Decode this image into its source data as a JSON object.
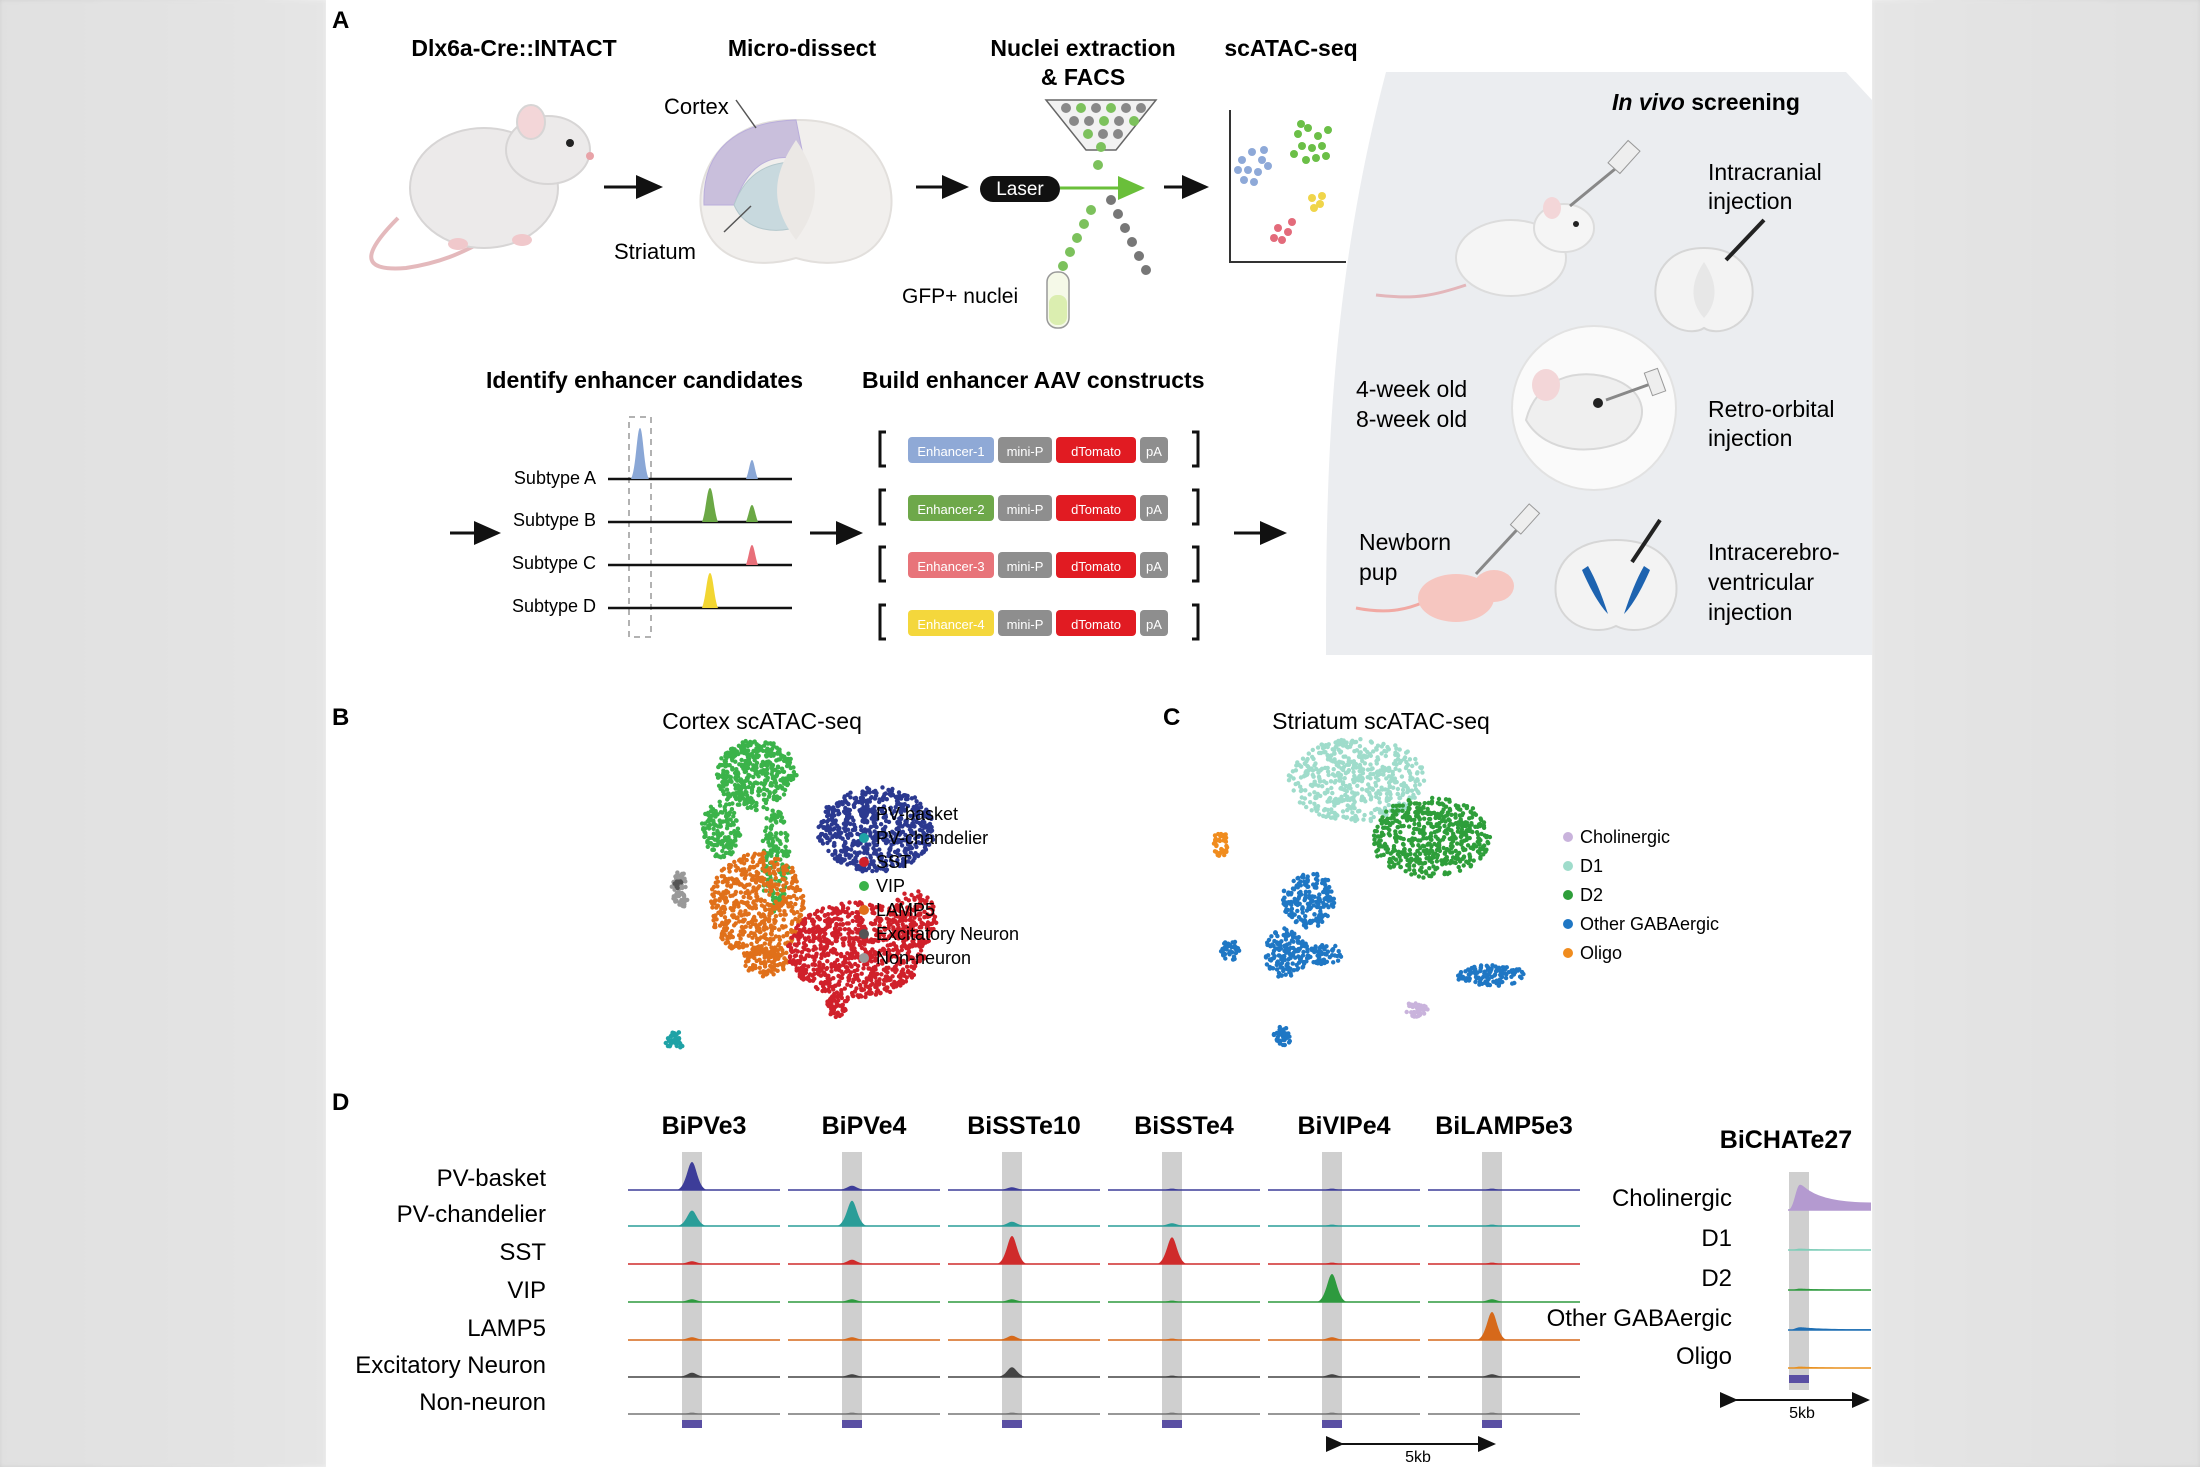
{
  "panels": {
    "a": {
      "letter": "A",
      "steps": [
        "Dlx6a-Cre::INTACT",
        "Micro-dissect",
        "Nuclei extraction",
        "& FACS",
        "scATAC-seq"
      ],
      "labels": {
        "cortex": "Cortex",
        "striatum": "Striatum",
        "laser": "Laser",
        "gfp": "GFP+ nuclei"
      },
      "invivo": {
        "title_italic": "In vivo",
        "title_rest": " screening",
        "intracranial": [
          "Intracranial",
          "injection"
        ],
        "ages": [
          "4-week old",
          "8-week old"
        ],
        "retro": [
          "Retro-orbital",
          "injection"
        ],
        "newborn": [
          "Newborn",
          "pup"
        ],
        "icv": [
          "Intracerebro-",
          "ventricular",
          "injection"
        ]
      },
      "identify_title": "Identify enhancer candidates",
      "build_title": "Build enhancer AAV constructs",
      "subtypes": [
        "Subtype A",
        "Subtype B",
        "Subtype C",
        "Subtype D"
      ],
      "constructs": [
        {
          "enhancer": "Enhancer-1",
          "minip": "mini-P",
          "reporter": "dTomato",
          "pa": "pA"
        },
        {
          "enhancer": "Enhancer-2",
          "minip": "mini-P",
          "reporter": "dTomato",
          "pa": "pA"
        },
        {
          "enhancer": "Enhancer-3",
          "minip": "mini-P",
          "reporter": "dTomato",
          "pa": "pA"
        },
        {
          "enhancer": "Enhancer-4",
          "minip": "mini-P",
          "reporter": "dTomato",
          "pa": "pA"
        }
      ]
    },
    "b": {
      "letter": "B",
      "title": "Cortex scATAC-seq",
      "legend": [
        {
          "label": "PV-basket",
          "color": "#2b3990"
        },
        {
          "label": "PV-chandelier",
          "color": "#1fa2a6"
        },
        {
          "label": "SST",
          "color": "#d0202a"
        },
        {
          "label": "VIP",
          "color": "#3bb34a"
        },
        {
          "label": "LAMP5",
          "color": "#e0701a"
        },
        {
          "label": "Excitatory Neuron",
          "color": "#555555"
        },
        {
          "label": "Non-neuron",
          "color": "#999999"
        }
      ]
    },
    "c": {
      "letter": "C",
      "title": "Striatum scATAC-seq",
      "legend": [
        {
          "label": "Cholinergic",
          "color": "#c9b3dc"
        },
        {
          "label": "D1",
          "color": "#9fdccb"
        },
        {
          "label": "D2",
          "color": "#2e9e3a"
        },
        {
          "label": "Other GABAergic",
          "color": "#1f77c4"
        },
        {
          "label": "Oligo",
          "color": "#f08c1e"
        }
      ]
    },
    "d": {
      "letter": "D",
      "enhancers": [
        "BiPVe3",
        "BiPVe4",
        "BiSSTe10",
        "BiSSTe4",
        "BiVIPe4",
        "BiLAMP5e3"
      ],
      "tracks": [
        "PV-basket",
        "PV-chandelier",
        "SST",
        "VIP",
        "LAMP5",
        "Excitatory Neuron",
        "Non-neuron"
      ],
      "track_colors": [
        "#3d3d99",
        "#2a9d98",
        "#cf2b2b",
        "#2e9a3f",
        "#d6691a",
        "#444444",
        "#777777"
      ],
      "scale": "5kb",
      "striatum_enhancer": "BiCHATe27",
      "striatum_tracks": [
        "Cholinergic",
        "D1",
        "D2",
        "Other GABAergic",
        "Oligo"
      ],
      "striatum_colors": [
        "#b49ad0",
        "#7fcdb8",
        "#2e9a3f",
        "#1f6fb4",
        "#e8901f"
      ],
      "striatum_scale": "5kb"
    }
  }
}
